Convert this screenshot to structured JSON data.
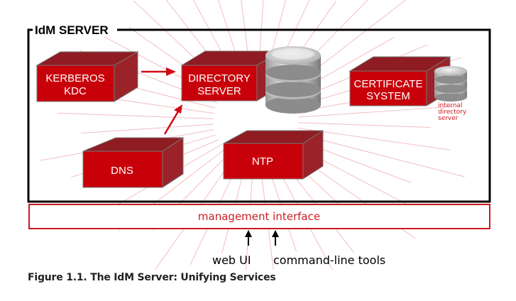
{
  "diagram": {
    "server_title": "IdM SERVER",
    "components": {
      "kerberos": [
        "KERBEROS",
        "KDC"
      ],
      "directory": [
        "DIRECTORY",
        "SERVER"
      ],
      "certificate": [
        "CERTIFICATE",
        "SYSTEM"
      ],
      "certificate_note": [
        "internal",
        "directory",
        "server"
      ],
      "dns": "DNS",
      "ntp": "NTP"
    },
    "management_interface": "management interface",
    "clients": [
      "web UI",
      "command-line tools"
    ],
    "colors": {
      "box_front": "#c8000a",
      "box_top": "#8e1c22",
      "box_side": "#9a2228",
      "ray": "#e88a8f",
      "accent": "#cc1b22"
    }
  },
  "caption": "Figure 1.1. The IdM Server: Unifying Services"
}
